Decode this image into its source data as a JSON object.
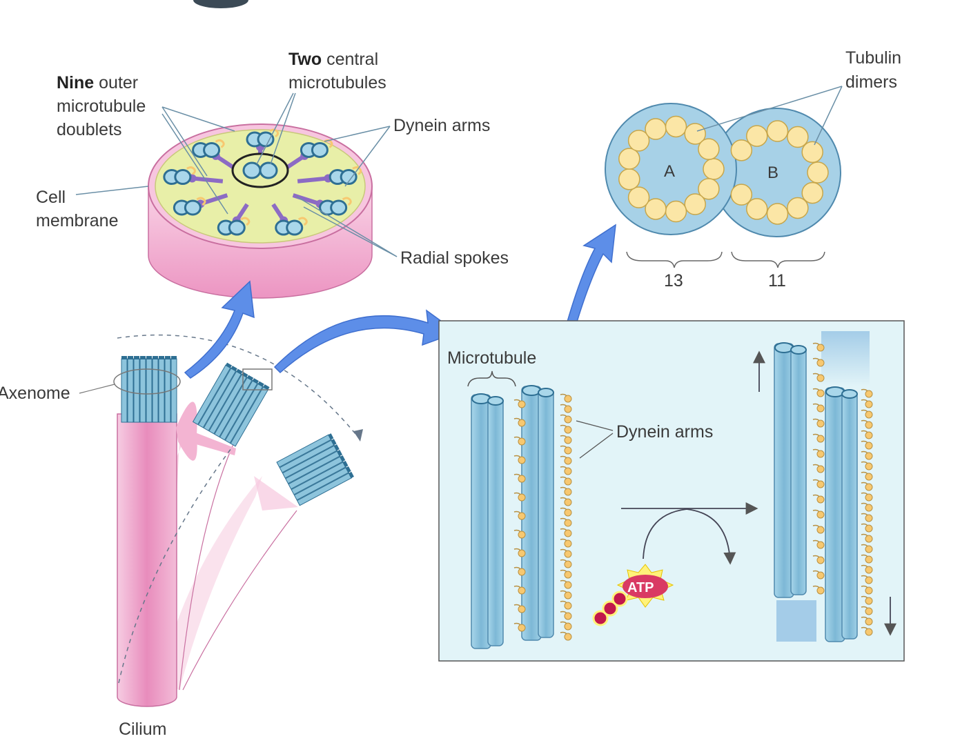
{
  "labels": {
    "nine_bold": "Nine",
    "nine_rest": " outer",
    "nine_line2": "microtubule",
    "nine_line3": "doublets",
    "two_bold": "Two",
    "two_rest": " central",
    "two_line2": "microtubules",
    "dynein_arms_top": "Dynein arms",
    "cell_line1": "Cell",
    "cell_line2": "membrane",
    "radial_spokes": "Radial spokes",
    "tubulin_line1": "Tubulin",
    "tubulin_line2": "dimers",
    "tubule_a": "A",
    "tubule_b": "B",
    "count_a": "13",
    "count_b": "11",
    "axenome": "Axenome",
    "cilium": "Cilium",
    "microtubule": "Microtubule",
    "dynein_arms_inset": "Dynein arms",
    "atp": "ATP"
  },
  "colors": {
    "membrane_pink": "#f3b9d6",
    "matrix_yellow": "#e8efa8",
    "microtubule_blue": "#8dc4dc",
    "microtubule_dark": "#2e6f93",
    "dynein_gold": "#f7c870",
    "spoke_purple": "#8c6bc4",
    "arrow_blue": "#4f7fe6",
    "inset_bg": "#e2f4f8",
    "atp_red": "#d93a63"
  }
}
